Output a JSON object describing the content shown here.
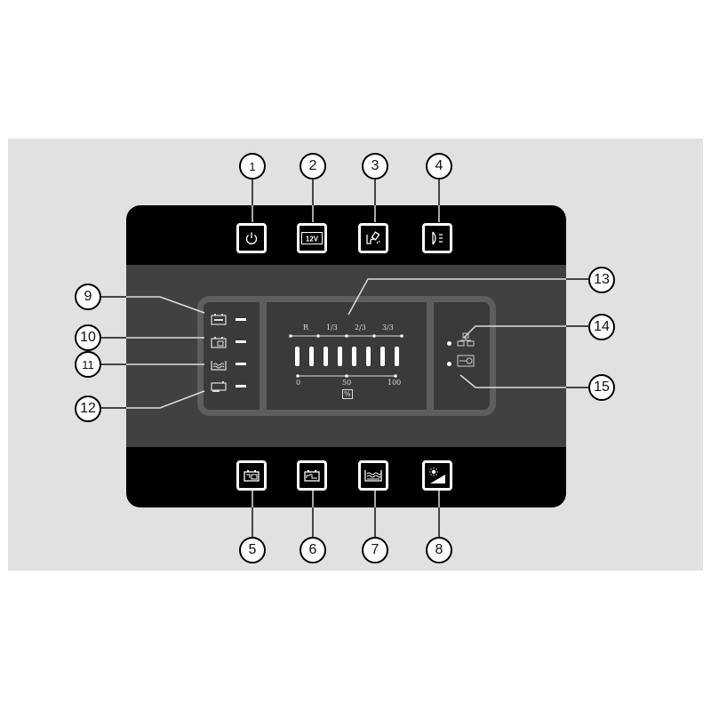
{
  "callouts": {
    "c1": "1",
    "c2": "2",
    "c3": "3",
    "c4": "4",
    "c5": "5",
    "c6": "6",
    "c7": "7",
    "c8": "8",
    "c9": "9",
    "c10": "10",
    "c11": "11",
    "c12": "12",
    "c13": "13",
    "c14": "14",
    "c15": "15"
  },
  "top_buttons": [
    {
      "id": 1,
      "icon": "power-icon"
    },
    {
      "id": 2,
      "icon": "12v-battery-icon",
      "label": "12V"
    },
    {
      "id": 3,
      "icon": "water-pump-icon"
    },
    {
      "id": 4,
      "icon": "light-icon"
    }
  ],
  "bottom_buttons": [
    {
      "id": 5,
      "icon": "leisure-battery-icon"
    },
    {
      "id": 6,
      "icon": "vehicle-battery-icon"
    },
    {
      "id": 7,
      "icon": "water-tank-icon"
    },
    {
      "id": 8,
      "icon": "brightness-icon"
    }
  ],
  "lcd": {
    "left_indicators": [
      {
        "id": 9,
        "icon": "battery-charging-icon"
      },
      {
        "id": 10,
        "icon": "leisure-battery-icon"
      },
      {
        "id": 11,
        "icon": "water-tank-icon"
      },
      {
        "id": 12,
        "icon": "vehicle-battery-icon"
      }
    ],
    "scale_top": {
      "labels": [
        "R",
        "1/3",
        "2/3",
        "3/3"
      ]
    },
    "scale_bottom": {
      "labels": [
        "0",
        "50",
        "100"
      ],
      "unit": "%"
    },
    "bar_count": 8,
    "right_indicators": [
      {
        "id": 14,
        "icon": "network-icon"
      },
      {
        "id": 15,
        "icon": "mains-plug-icon"
      }
    ]
  },
  "colors": {
    "background": "#e1e1e1",
    "panel": "#000000",
    "band": "#414141",
    "lcd_frame": "#5e5e60",
    "segment": "#ffffff"
  }
}
